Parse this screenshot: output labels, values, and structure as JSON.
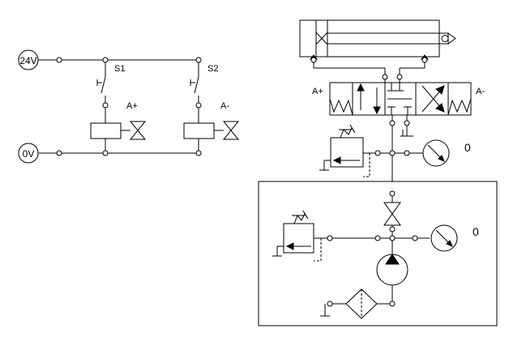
{
  "electrical": {
    "supply_label": "24V",
    "ground_label": "0V",
    "switch1_label": "S1",
    "switch2_label": "S2",
    "solenoid1_label": "A+",
    "solenoid2_label": "A-"
  },
  "pneumatic": {
    "valve_left_label": "A+",
    "valve_right_label": "A-",
    "gauge_upper_value": "0",
    "gauge_lower_value": "0"
  }
}
